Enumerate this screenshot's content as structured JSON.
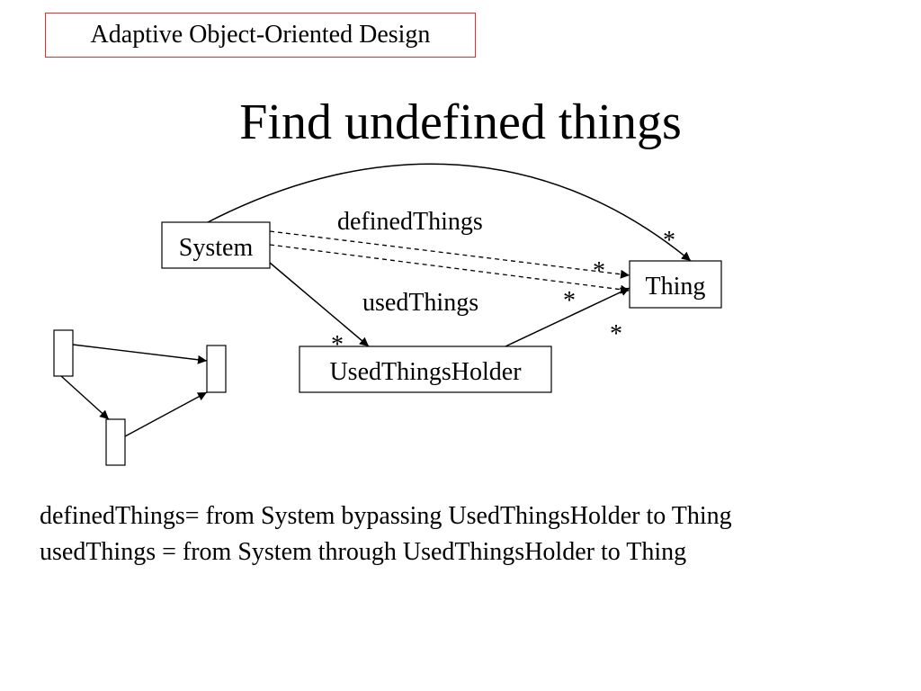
{
  "header": {
    "label": "Adaptive Object-Oriented Design",
    "border_color": "#e03030"
  },
  "title": "Find undefined things",
  "diagram": {
    "nodes": {
      "system": "System",
      "thing": "Thing",
      "holder": "UsedThingsHolder"
    },
    "edge_labels": {
      "defined": "definedThings",
      "used": "usedThings"
    },
    "multiplicities": [
      "*",
      "*",
      "*",
      "*",
      "*"
    ]
  },
  "captions": [
    "definedThings= from System bypassing UsedThingsHolder to Thing",
    "usedThings = from System through UsedThingsHolder to Thing"
  ]
}
